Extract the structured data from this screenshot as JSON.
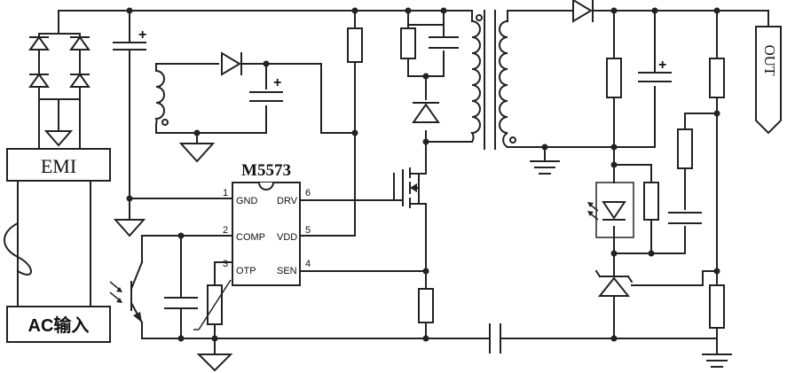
{
  "blocks": {
    "emi": "EMI",
    "ac_input": "AC输入",
    "output": "OUT"
  },
  "ic": {
    "name": "M5573",
    "pins": [
      {
        "num": "1",
        "name": "GND"
      },
      {
        "num": "2",
        "name": "COMP"
      },
      {
        "num": "3",
        "name": "OTP"
      },
      {
        "num": "6",
        "name": "DRV"
      },
      {
        "num": "5",
        "name": "VDD"
      },
      {
        "num": "4",
        "name": "SEN"
      }
    ]
  },
  "polarity": {
    "plus": "+",
    "minus": "−"
  }
}
